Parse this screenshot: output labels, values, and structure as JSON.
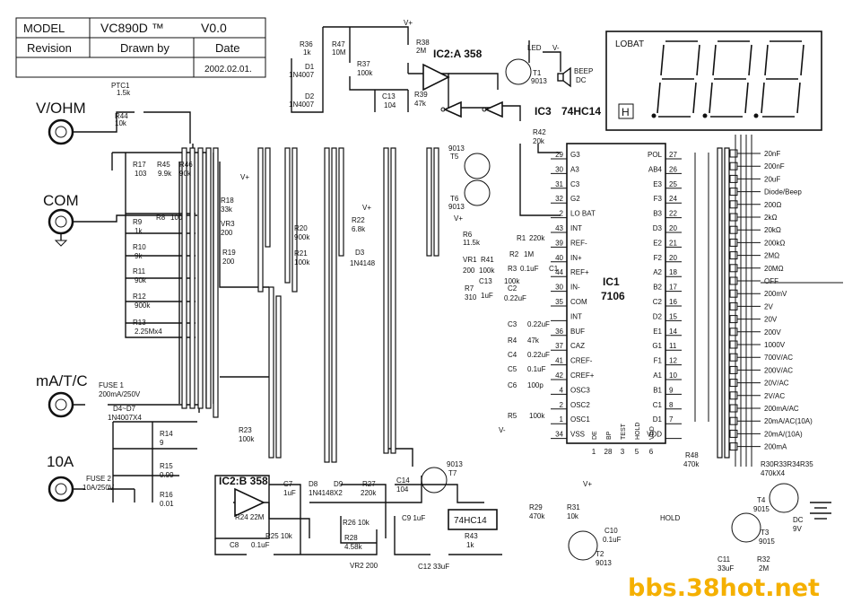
{
  "title_block": {
    "model_label": "MODEL",
    "model_value": "VC890D ™",
    "version": "V0.0",
    "revision_label": "Revision",
    "drawn_by_label": "Drawn by",
    "date_label": "Date",
    "date_value": "2002.02.01."
  },
  "terminals": {
    "vohm": "V/OHM",
    "com": "COM",
    "ma": "mA/T/C",
    "a10": "10A"
  },
  "chips": {
    "ic1_name": "IC1",
    "ic1_part": "7106",
    "ic2a": "IC2:A 358",
    "ic2b": "IC2:B 358",
    "ic3": "IC3",
    "ic3_part": "74HC14",
    "hc14": "74HC14"
  },
  "ic1_left_pins": [
    {
      "name": "G3",
      "num": "29"
    },
    {
      "name": "A3",
      "num": "30"
    },
    {
      "name": "C3",
      "num": "31"
    },
    {
      "name": "G2",
      "num": "32"
    },
    {
      "name": "LO BAT",
      "num": "2"
    },
    {
      "name": "INT",
      "num": "43"
    },
    {
      "name": "REF-",
      "num": "39"
    },
    {
      "name": "IN+",
      "num": "40"
    },
    {
      "name": "REF+",
      "num": "44"
    },
    {
      "name": "IN-",
      "num": "30"
    },
    {
      "name": "COM",
      "num": "35"
    },
    {
      "name": "INT",
      "num": ""
    },
    {
      "name": "BUF",
      "num": "36"
    },
    {
      "name": "CAZ",
      "num": "37"
    },
    {
      "name": "CREF-",
      "num": "41"
    },
    {
      "name": "CREF+",
      "num": "42"
    },
    {
      "name": "OSC3",
      "num": "4"
    },
    {
      "name": "OSC2",
      "num": "2"
    },
    {
      "name": "OSC1",
      "num": "1"
    },
    {
      "name": "VSS",
      "num": "34"
    }
  ],
  "ic1_right_pins": [
    {
      "name": "POL",
      "num": "27"
    },
    {
      "name": "AB4",
      "num": "26"
    },
    {
      "name": "E3",
      "num": "25"
    },
    {
      "name": "F3",
      "num": "24"
    },
    {
      "name": "B3",
      "num": "22"
    },
    {
      "name": "D3",
      "num": "20"
    },
    {
      "name": "E2",
      "num": "21"
    },
    {
      "name": "F2",
      "num": "20"
    },
    {
      "name": "A2",
      "num": "18"
    },
    {
      "name": "B2",
      "num": "17"
    },
    {
      "name": "C2",
      "num": "16"
    },
    {
      "name": "D2",
      "num": "15"
    },
    {
      "name": "E1",
      "num": "14"
    },
    {
      "name": "G1",
      "num": "11"
    },
    {
      "name": "F1",
      "num": "12"
    },
    {
      "name": "A1",
      "num": "10"
    },
    {
      "name": "B1",
      "num": "9"
    },
    {
      "name": "C1",
      "num": "8"
    },
    {
      "name": "D1",
      "num": "7"
    },
    {
      "name": "VDD",
      "num": ""
    }
  ],
  "ic1_bottom_pins": [
    {
      "name": "DE",
      "num": "1"
    },
    {
      "name": "BP",
      "num": "28"
    },
    {
      "name": "TEST",
      "num": "3"
    },
    {
      "name": "HOLD",
      "num": "5"
    },
    {
      "name": "VDD",
      "num": "6"
    }
  ],
  "ranges": [
    "20nF",
    "200nF",
    "20uF",
    "Diode/Beep",
    "200Ω",
    "2kΩ",
    "20kΩ",
    "200kΩ",
    "2MΩ",
    "20MΩ",
    "OFF",
    "200mV",
    "2V",
    "20V",
    "200V",
    "1000V",
    "700V/AC",
    "200V/AC",
    "20V/AC",
    "2V/AC",
    "200mA/AC",
    "20mA/AC(10A)",
    "20mA/(10A)",
    "200mA"
  ],
  "display": {
    "lobat": "LOBAT",
    "hold_icon": "H"
  },
  "labels": {
    "ptc1": "PTC1",
    "ptc1_v": "1.5k",
    "r44": "R44",
    "r44_v": "10k",
    "r17": "R17",
    "r17_v": "103",
    "r45": "R45",
    "r45_v": "9.9k",
    "r46": "R46",
    "r46_v": "90k",
    "r9": "R9",
    "r9_v": "1k",
    "r8": "R8",
    "r8_v": "100",
    "r10": "R10",
    "r10_v": "9k",
    "r11": "R11",
    "r11_v": "90k",
    "r12": "R12",
    "r12_v": "900k",
    "r13": "R13",
    "r13_v": "2.25Mx4",
    "r18": "R18",
    "r18_v": "33k",
    "vr3": "VR3",
    "vr3_v": "200",
    "r19": "R19",
    "r19_v": "200",
    "r20": "R20",
    "r20_v": "900k",
    "r21": "R21",
    "r21_v": "100k",
    "r36": "R36",
    "r36_v": "1k",
    "r47": "R47",
    "r47_v": "10M",
    "d1": "D1",
    "d1_v": "1N4007",
    "d2": "D2",
    "d2_v": "1N4007",
    "r37": "R37",
    "r37_v": "100k",
    "c13": "C13",
    "c13_v": "104",
    "r38": "R38",
    "r38_v": "2M",
    "r39": "R39",
    "r39_v": "47k",
    "led": "LED",
    "t1": "T1",
    "t1_v": "9013",
    "beep": "BEEP",
    "beep_v": "DC",
    "r42": "R42",
    "r42_v": "20k",
    "t5": "T5",
    "t5_v": "9013",
    "t6": "T6",
    "t6_v": "9013",
    "r22": "R22",
    "r22_v": "6.8k",
    "d3": "D3",
    "d3_v": "1N4148",
    "r6": "R6",
    "r6_v": "11.5k",
    "vr1": "VR1",
    "vr1_v": "200",
    "r41": "R41",
    "r41_v": "100k",
    "r1": "R1",
    "r1_v": "220k",
    "r2": "R2",
    "r2_v": "1M",
    "r3": "R3",
    "r3_v": "100k",
    "c1": "C1",
    "c1_v": "0.1uF",
    "c13b": "C13",
    "c13b_v": "1uF",
    "c2": "C2",
    "c2_v": "0.22uF",
    "r7": "R7",
    "r7_v": "310",
    "c3": "C3",
    "c3_v": "0.22uF",
    "r4": "R4",
    "r4_v": "47k",
    "c4": "C4",
    "c4_v": "0.22uF",
    "c5": "C5",
    "c5_v": "0.1uF",
    "c6": "C6",
    "c6_v": "100p",
    "r5": "R5",
    "r5_v": "100k",
    "fuse1": "FUSE 1",
    "fuse1_v": "200mA/250V",
    "d4d7": "D4~D7",
    "d4d7_v": "1N4007X4",
    "r14": "R14",
    "r14_v": "9",
    "r15": "R15",
    "r15_v": "0.99",
    "r16": "R16",
    "r16_v": "0.01",
    "fuse2": "FUSE 2",
    "fuse2_v": "10A/250V",
    "r23": "R23",
    "r23_v": "100k",
    "c7": "C7",
    "c7_v": "1uF",
    "d8": "D8",
    "d9": "D9",
    "d8_v": "1N4148X2",
    "r27": "R27",
    "r27_v": "220k",
    "r24": "R24 22M",
    "r25": "R25 10k",
    "r26": "R26 10k",
    "c8": "C8",
    "c8_v": "0.1uF",
    "r28": "R28",
    "r28_v": "4.58k",
    "vr2": "VR2 200",
    "c9": "C9 1uF",
    "c12": "C12 33uF",
    "c14": "C14",
    "c14_v": "104",
    "t7": "T7",
    "t7_v": "9013",
    "r43": "R43",
    "r43_v": "1k",
    "r29": "R29",
    "r29_v": "470k",
    "r31": "R31",
    "r31_v": "10k",
    "c10": "C10",
    "c10_v": "0.1uF",
    "t2": "T2",
    "t2_v": "9013",
    "hold": "HOLD",
    "r48": "R48",
    "r48_v": "470k",
    "t4": "T4",
    "t4_v": "9015",
    "t3": "T3",
    "t3_v": "9015",
    "c11": "C11",
    "c11_v": "33uF",
    "r32": "R32",
    "r32_v": "2M",
    "dc": "DC",
    "dc_v": "9V",
    "r30": "R30R33R34R35",
    "r30_v": "470kX4",
    "vplus": "V+",
    "vminus": "V-"
  },
  "watermark": "bbs.38hot.net"
}
